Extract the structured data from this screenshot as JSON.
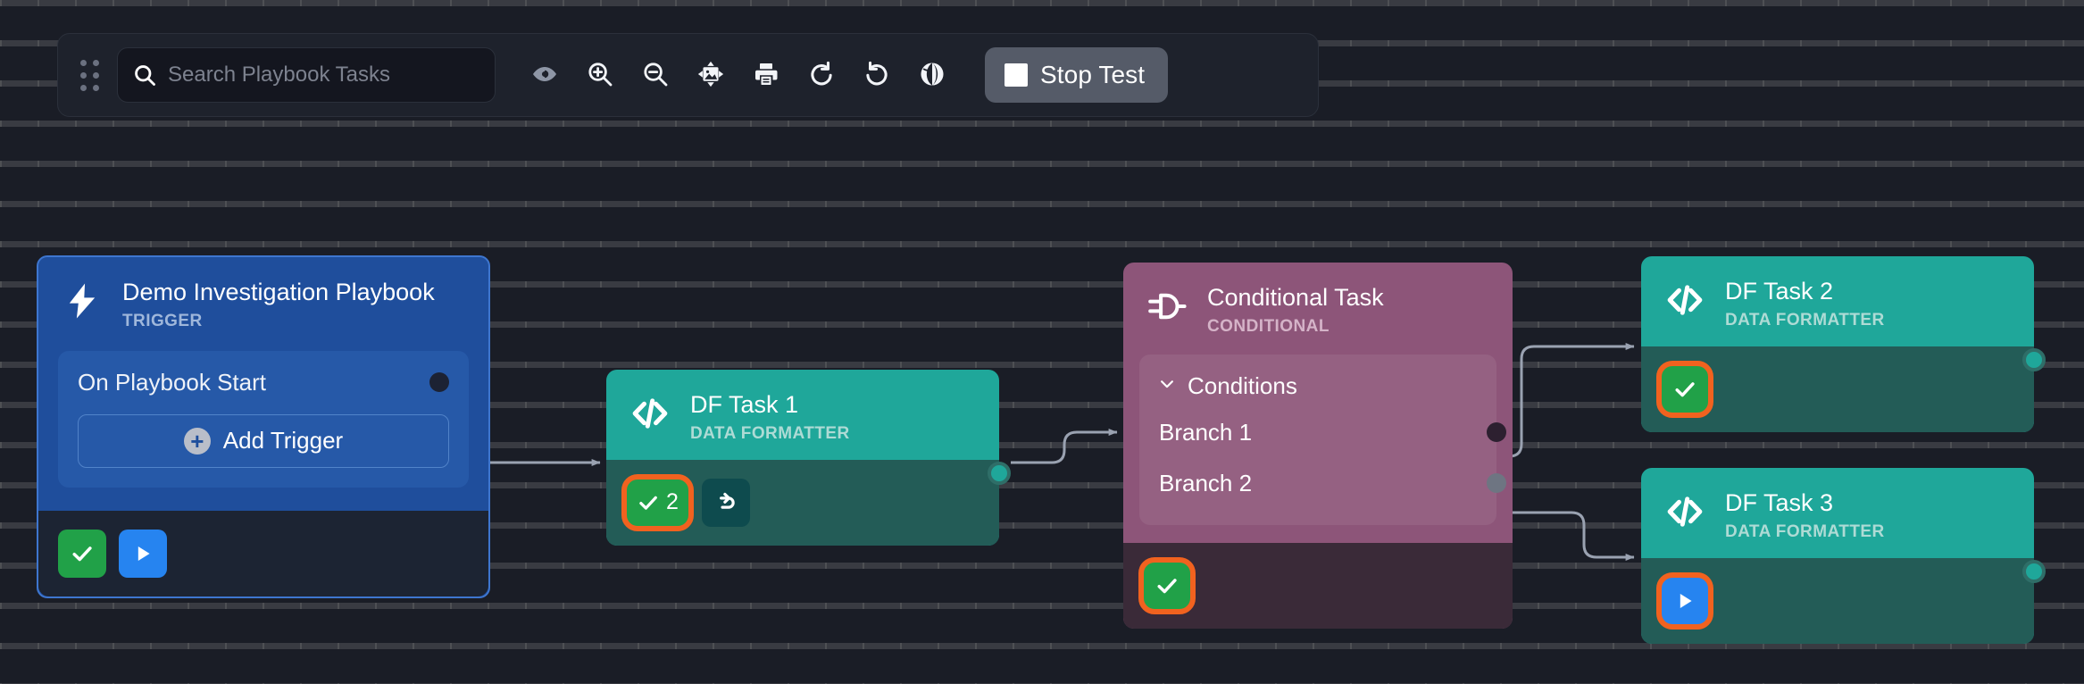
{
  "toolbar": {
    "drag_handle": "drag-handle",
    "search": {
      "value": "",
      "placeholder": "Search Playbook Tasks"
    },
    "icons": [
      {
        "name": "eye-icon",
        "label": "Toggle Visibility"
      },
      {
        "name": "zoom-in-icon",
        "label": "Zoom In"
      },
      {
        "name": "zoom-out-icon",
        "label": "Zoom Out"
      },
      {
        "name": "fit-to-screen-icon",
        "label": "Fit To Screen"
      },
      {
        "name": "print-icon",
        "label": "Print"
      },
      {
        "name": "redo-icon",
        "label": "Redo"
      },
      {
        "name": "undo-icon",
        "label": "Undo"
      },
      {
        "name": "globe-icon",
        "label": "Globe"
      }
    ],
    "stop_test": {
      "label": "Stop Test",
      "icon": "stop-square-icon"
    }
  },
  "nodes": {
    "trigger": {
      "title": "Demo Investigation Playbook",
      "subtitle": "TRIGGER",
      "icon": "lightning-bolt-icon",
      "trigger_row": "On Playbook Start",
      "add_trigger_label": "Add Trigger",
      "footer": [
        {
          "name": "status-success-badge",
          "icon": "check-icon",
          "color": "#21a148"
        },
        {
          "name": "run-badge",
          "icon": "play-icon",
          "color": "#2684f0"
        }
      ],
      "color": "#1f4e9c"
    },
    "df1": {
      "title": "DF Task 1",
      "subtitle": "DATA FORMATTER",
      "icon": "code-brackets-icon",
      "success_count": "2",
      "footer": [
        {
          "name": "status-success-badge",
          "icon": "check-icon",
          "count": "2",
          "color": "#21a148",
          "highlighted": true
        },
        {
          "name": "retry-badge",
          "icon": "retry-icon",
          "color": "#0e4b4e"
        }
      ],
      "color": "#1fa79a"
    },
    "conditional": {
      "title": "Conditional Task",
      "subtitle": "CONDITIONAL",
      "icon": "logic-gate-icon",
      "conditions_label": "Conditions",
      "branches": [
        {
          "label": "Branch 1",
          "port_color": "#2d2030"
        },
        {
          "label": "Branch 2",
          "port_color": "#6e7582"
        }
      ],
      "footer": [
        {
          "name": "status-success-badge",
          "icon": "check-icon",
          "color": "#21a148",
          "highlighted": true
        }
      ],
      "color": "#8d5579"
    },
    "df2": {
      "title": "DF Task 2",
      "subtitle": "DATA FORMATTER",
      "icon": "code-brackets-icon",
      "footer": [
        {
          "name": "status-success-badge",
          "icon": "check-icon",
          "color": "#21a148",
          "highlighted": true
        }
      ],
      "color": "#1fa79a"
    },
    "df3": {
      "title": "DF Task 3",
      "subtitle": "DATA FORMATTER",
      "icon": "code-brackets-icon",
      "footer": [
        {
          "name": "run-badge",
          "icon": "play-icon",
          "color": "#2684f0",
          "highlighted": true
        }
      ],
      "color": "#1fa79a"
    }
  },
  "theme": {
    "canvas_bg": "#1a1d26",
    "toolbar_bg": "#1e222c",
    "accent_highlight": "#f1621f",
    "wire_color": "#9aa2b1",
    "teal": "#1fa79a",
    "teal_footer": "#235c57",
    "blue": "#1f4e9c",
    "purple": "#8d5579",
    "green": "#21a148",
    "play_blue": "#2684f0"
  }
}
